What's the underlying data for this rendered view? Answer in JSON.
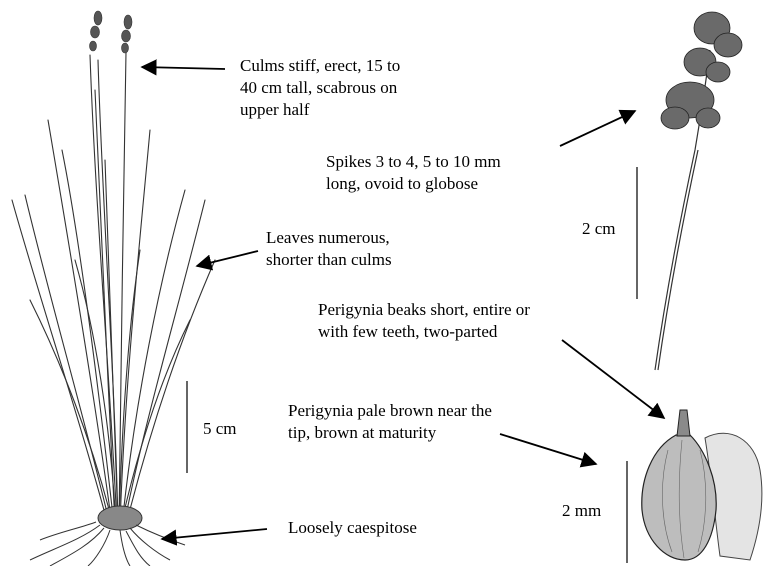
{
  "annotations": {
    "culms": [
      "Culms stiff, erect, 15 to",
      "40 cm tall, scabrous on",
      "upper half"
    ],
    "spikes": [
      "Spikes 3 to 4, 5 to 10 mm",
      "long, ovoid to globose"
    ],
    "leaves": [
      "Leaves numerous,",
      "shorter than culms"
    ],
    "beaks": [
      "Perigynia beaks short, entire or",
      "with few teeth, two-parted"
    ],
    "perigynia_color": [
      "Perigynia pale brown near the",
      "tip, brown at maturity"
    ],
    "habit": "Loosely caespitose"
  },
  "scale_bars": {
    "plant": "5 cm",
    "spike": "2 cm",
    "perigynium": "2 mm"
  }
}
